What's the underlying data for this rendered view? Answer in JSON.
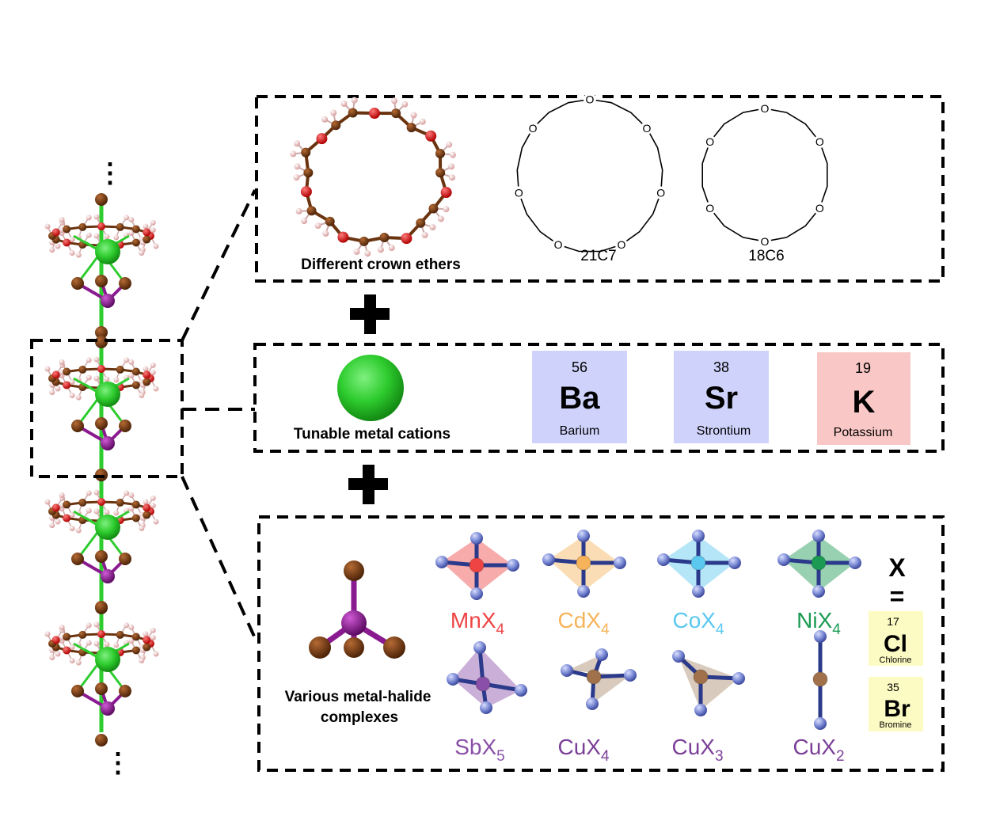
{
  "panels": {
    "crown": {
      "label": "Different crown ethers",
      "structures": [
        {
          "name": "21C7",
          "atom_label": "O",
          "oxygen_count": 7
        },
        {
          "name": "18C6",
          "atom_label": "O",
          "oxygen_count": 6
        }
      ]
    },
    "cations": {
      "label": "Tunable metal cations",
      "elements": [
        {
          "number": "56",
          "symbol": "Ba",
          "name": "Barium",
          "color": "#cfd3fb"
        },
        {
          "number": "38",
          "symbol": "Sr",
          "name": "Strontium",
          "color": "#cfd3fb"
        },
        {
          "number": "19",
          "symbol": "K",
          "name": "Potassium",
          "color": "#f9c8c6"
        }
      ]
    },
    "halides": {
      "label_line1": "Various metal-halide",
      "label_line2": "complexes",
      "complexes": [
        {
          "metal": "MnX",
          "sub": "4",
          "color": "#ee4444",
          "shape": "square-planar"
        },
        {
          "metal": "CdX",
          "sub": "4",
          "color": "#f7b35a",
          "shape": "square-planar"
        },
        {
          "metal": "CoX",
          "sub": "4",
          "color": "#5bc8f0",
          "shape": "square-planar"
        },
        {
          "metal": "NiX",
          "sub": "4",
          "color": "#1a9a52",
          "shape": "square-planar"
        },
        {
          "metal": "SbX",
          "sub": "5",
          "color": "#8a4fa8",
          "shape": "trigonal-bipyramid"
        },
        {
          "metal": "CuX",
          "sub": "4",
          "color": "#7b3f98",
          "shape": "tetrahedral"
        },
        {
          "metal": "CuX",
          "sub": "3",
          "color": "#7b3f98",
          "shape": "trigonal"
        },
        {
          "metal": "CuX",
          "sub": "2",
          "color": "#7b3f98",
          "shape": "linear"
        }
      ],
      "x_def": {
        "symbol": "X",
        "eq": "="
      },
      "halogens": [
        {
          "number": "17",
          "symbol": "Cl",
          "name": "Chlorine",
          "color": "#fdfbc4"
        },
        {
          "number": "35",
          "symbol": "Br",
          "name": "Bromine",
          "color": "#fdfbc4"
        }
      ]
    }
  },
  "chain": {
    "ellipsis": "⋮"
  },
  "colors": {
    "carbon": "#7a3d12",
    "oxygen": "#e8181c",
    "hydrogen": "#f2c2c2",
    "metal_cation": "#2ecc2e",
    "halide_metal": "#8a1a8f",
    "halide_atom": "#6b3410",
    "ligand": "#6a7bd0",
    "bond_dark": "#2b3a8a"
  }
}
